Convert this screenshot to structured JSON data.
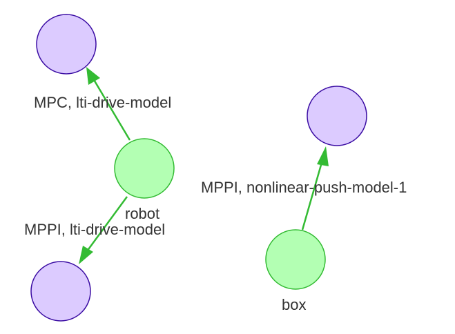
{
  "diagram": {
    "colors": {
      "target_fill": "#dccbff",
      "target_stroke": "#3a0ca3",
      "agent_fill": "#b3ffb3",
      "agent_stroke": "#33bb33",
      "edge": "#33bb33",
      "text": "#333333"
    },
    "nodes": {
      "robot": {
        "label": "robot"
      },
      "box": {
        "label": "box"
      },
      "robot_target_top": {
        "label": ""
      },
      "robot_target_bottom": {
        "label": ""
      },
      "box_target": {
        "label": ""
      }
    },
    "edges": {
      "robot_to_top": {
        "label": "MPC, lti-drive-model"
      },
      "robot_to_bottom": {
        "label": "MPPI, lti-drive-model"
      },
      "box_to_target": {
        "label": "MPPI, nonlinear-push-model-1"
      }
    }
  }
}
